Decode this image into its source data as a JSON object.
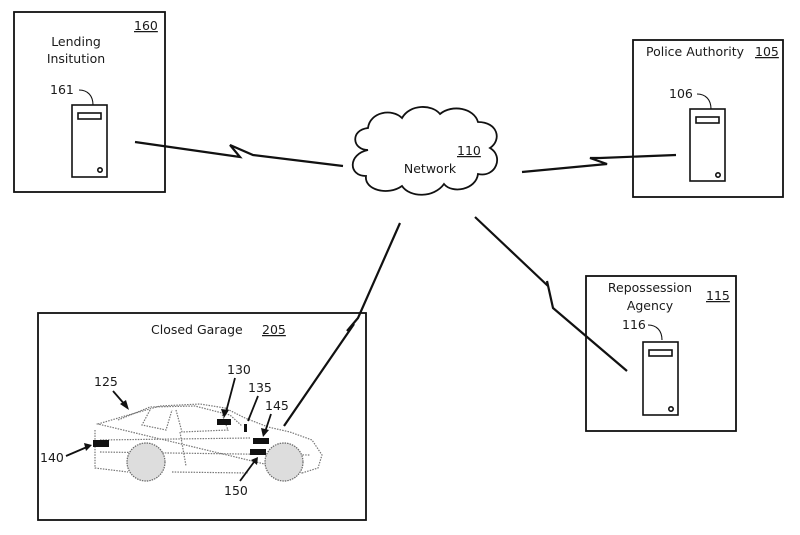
{
  "diagram": {
    "type": "network-system-block-diagram",
    "network": {
      "label": "Network",
      "ref": "110"
    },
    "entities": [
      {
        "id": "lending",
        "label_line1": "Lending",
        "label_line2": "Insitution",
        "ref": "160",
        "server_ref": "161"
      },
      {
        "id": "police",
        "label_line1": "Police Authority",
        "ref": "105",
        "server_ref": "106"
      },
      {
        "id": "repossession",
        "label_line1": "Repossession",
        "label_line2": "Agency",
        "ref": "115",
        "server_ref": "116"
      },
      {
        "id": "garage",
        "label_line1": "Closed Garage",
        "ref": "205"
      }
    ],
    "vehicle": {
      "ref": "125",
      "components": [
        {
          "ref": "130"
        },
        {
          "ref": "135"
        },
        {
          "ref": "140"
        },
        {
          "ref": "145"
        },
        {
          "ref": "150"
        }
      ]
    },
    "connections": [
      {
        "from": "lending",
        "to": "network",
        "style": "wireless"
      },
      {
        "from": "police",
        "to": "network",
        "style": "wireless"
      },
      {
        "from": "repossession",
        "to": "network",
        "style": "wireless"
      },
      {
        "from": "vehicle",
        "to": "network",
        "style": "wireless"
      }
    ]
  }
}
